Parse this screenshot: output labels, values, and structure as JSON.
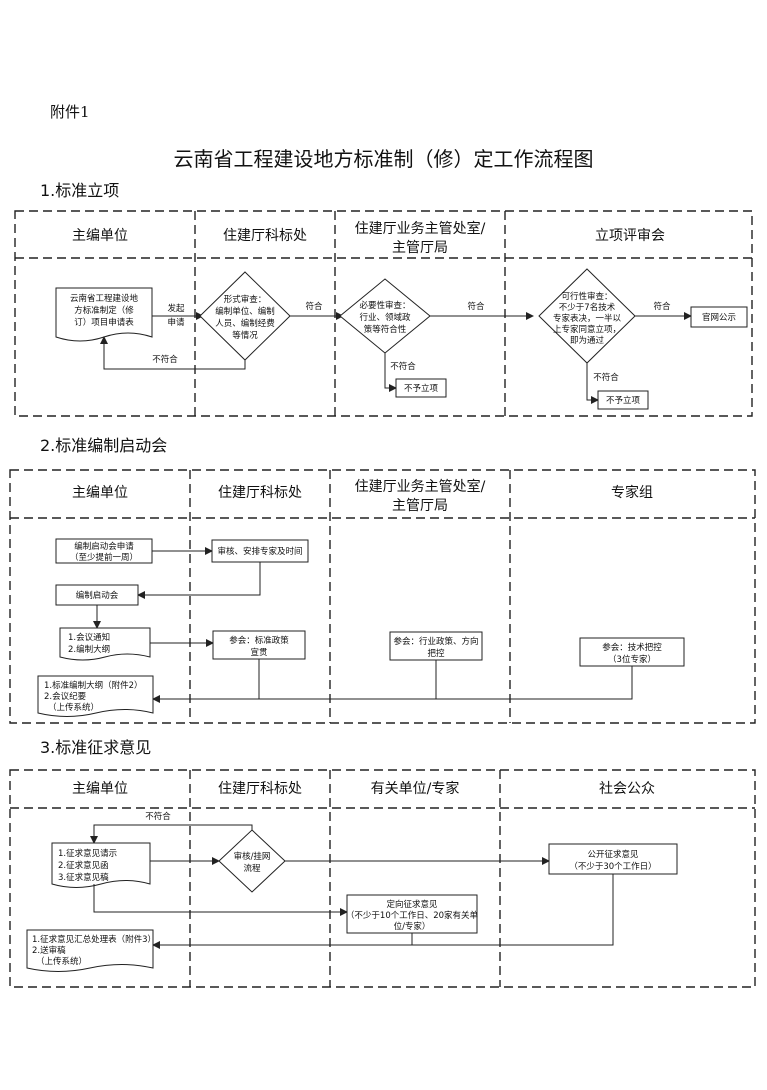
{
  "attachment": "附件1",
  "title": "云南省工程建设地方标准制（修）定工作流程图",
  "sec1": {
    "heading": "1.标准立项",
    "lanes": [
      "主编单位",
      "住建厅科标处",
      "住建厅业务主管处室/",
      "主管厅局",
      "立项评审会"
    ],
    "apply": [
      "云南省工程建设地",
      "方标准制定（修",
      "订）项目申请表"
    ],
    "apply_label": [
      "发起",
      "申请"
    ],
    "formal": [
      "形式审查：",
      "编制单位、编制",
      "人员、编制经费",
      "等情况"
    ],
    "pass1": "符合",
    "reject1": "不符合",
    "necessity": [
      "必要性审查：",
      "行业、领域政",
      "策等符合性"
    ],
    "pass2": "符合",
    "reject2": "不符合",
    "no_approve2": "不予立项",
    "feasibility": [
      "可行性审查：",
      "不少于7名技术",
      "专家表决，一半以",
      "上专家同意立项，",
      "即为通过"
    ],
    "pass3": "符合",
    "publish": "官网公示",
    "reject3": "不符合",
    "no_approve3": "不予立项"
  },
  "sec2": {
    "heading": "2.标准编制启动会",
    "lanes": [
      "主编单位",
      "住建厅科标处",
      "住建厅业务主管处室/",
      "主管厅局",
      "专家组"
    ],
    "kickoff_apply": [
      "编制启动会申请",
      "（至少提前一周）"
    ],
    "review_arrange": "审核、安排专家及时间",
    "kickoff": "编制启动会",
    "notice": [
      "1.会议通知",
      "2.编制大纲"
    ],
    "join1": [
      "参会：标准政策",
      "宣贯"
    ],
    "join2": [
      "参会：行业政策、方向",
      "把控"
    ],
    "join3": [
      "参会：技术把控",
      "（3位专家）"
    ],
    "output": [
      "1.标准编制大纲（附件2）",
      "2.会议纪要",
      "（上传系统）"
    ]
  },
  "sec3": {
    "heading": "3.标准征求意见",
    "lanes": [
      "主编单位",
      "住建厅科标处",
      "有关单位/专家",
      "社会公众"
    ],
    "reject": "不符合",
    "docs": [
      "1.征求意见请示",
      "2.征求意见函",
      "3.征求意见稿"
    ],
    "review": [
      "审核/挂网",
      "流程"
    ],
    "public": [
      "公开征求意见",
      "（不少于30个工作日）"
    ],
    "directed": [
      "定向征求意见",
      "（不少于10个工作日、20家有关单",
      "位/专家）"
    ],
    "output": [
      "1.征求意见汇总处理表（附件3）",
      "2.送审稿",
      "（上传系统）"
    ]
  }
}
